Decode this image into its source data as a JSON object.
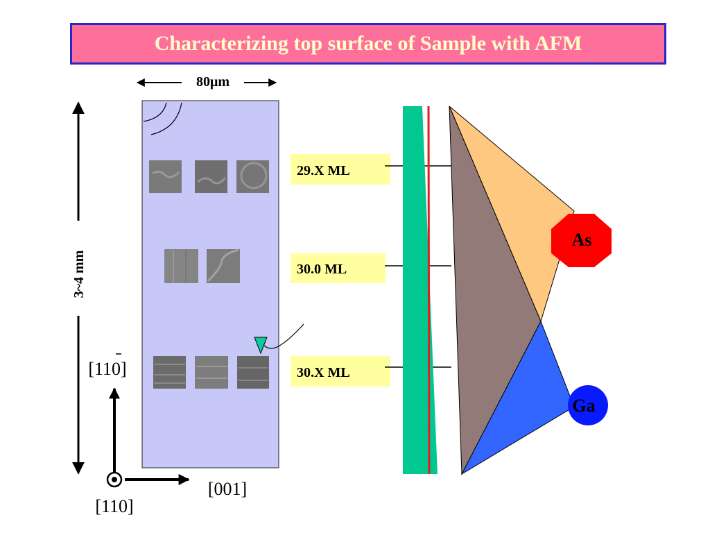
{
  "title": "Characterizing top surface of Sample with AFM",
  "width_label": "80μm",
  "height_label": "3~4 mm",
  "directions": {
    "vertical": "[110]",
    "horizontal": "[001]",
    "out_of_plane": "[110]"
  },
  "thickness_labels": [
    "29.X ML",
    "30.0 ML",
    "30.X ML"
  ],
  "elements": [
    "As",
    "Ga"
  ],
  "colors": {
    "title_bg": "#ff6f9c",
    "title_border": "#2828c8",
    "title_text": "#ffffc8",
    "sample": "#c8c8f8",
    "label_bg": "#ffffa0",
    "green_layer": "#00c890",
    "red_line": "#e02020",
    "brown_triangle": "#927a78",
    "orange_triangle": "#ffc880",
    "blue_triangle": "#3366ff",
    "as_circle": "#ff0000",
    "ga_circle": "#0a1aff",
    "marker": "#10c8a0"
  }
}
